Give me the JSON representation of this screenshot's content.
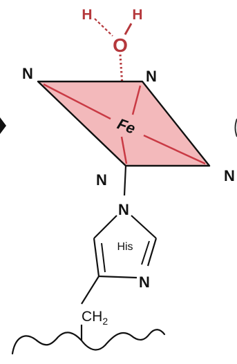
{
  "colors": {
    "water": "#b5383c",
    "plane_fill": "#f3b9bb",
    "plane_lines": "#c93a44",
    "outline": "#111111"
  },
  "water": {
    "h_left": "H",
    "h_right": "H",
    "oxygen": "O"
  },
  "heme_plane": {
    "n_top_left": "N",
    "n_top_right": "N",
    "n_bottom_left": "N",
    "n_right": "N",
    "metal": "Fe"
  },
  "histidine": {
    "ring_n_top": "N",
    "ring_label": "His",
    "ring_n_bottom": "N",
    "ch2_main": "CH",
    "ch2_sub": "2"
  }
}
